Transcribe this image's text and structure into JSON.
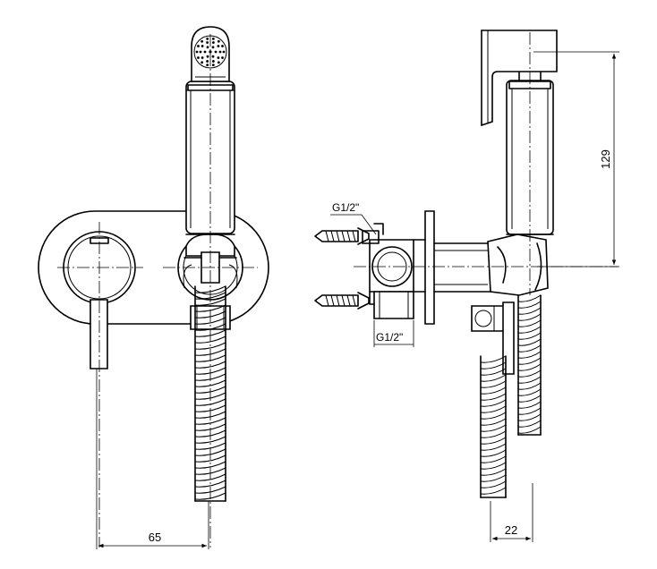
{
  "labels": {
    "thread_top": "G1/2\"",
    "thread_bottom": "G1/2\"",
    "dim_65": "65",
    "dim_22": "22",
    "dim_129": "129"
  },
  "colors": {
    "line": "#000000",
    "background": "#ffffff"
  }
}
